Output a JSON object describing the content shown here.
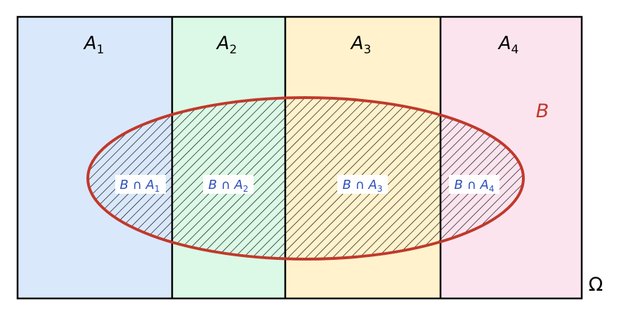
{
  "partitions": [
    {
      "letter": "A",
      "sub": "1",
      "color": "#dae8fc"
    },
    {
      "letter": "A",
      "sub": "2",
      "color": "#dbf9e6"
    },
    {
      "letter": "A",
      "sub": "3",
      "color": "#fff2cc"
    },
    {
      "letter": "A",
      "sub": "4",
      "color": "#fce4ef"
    }
  ],
  "event": {
    "label": "B",
    "color": "#c0392b"
  },
  "intersections": [
    {
      "text": "B ∩ A",
      "sub": "1"
    },
    {
      "text": "B ∩ A",
      "sub": "2"
    },
    {
      "text": "B ∩ A",
      "sub": "3"
    },
    {
      "text": "B ∩ A",
      "sub": "4"
    }
  ],
  "intersection_label_color": "#2e4fb8",
  "sample_space_label": "Ω"
}
